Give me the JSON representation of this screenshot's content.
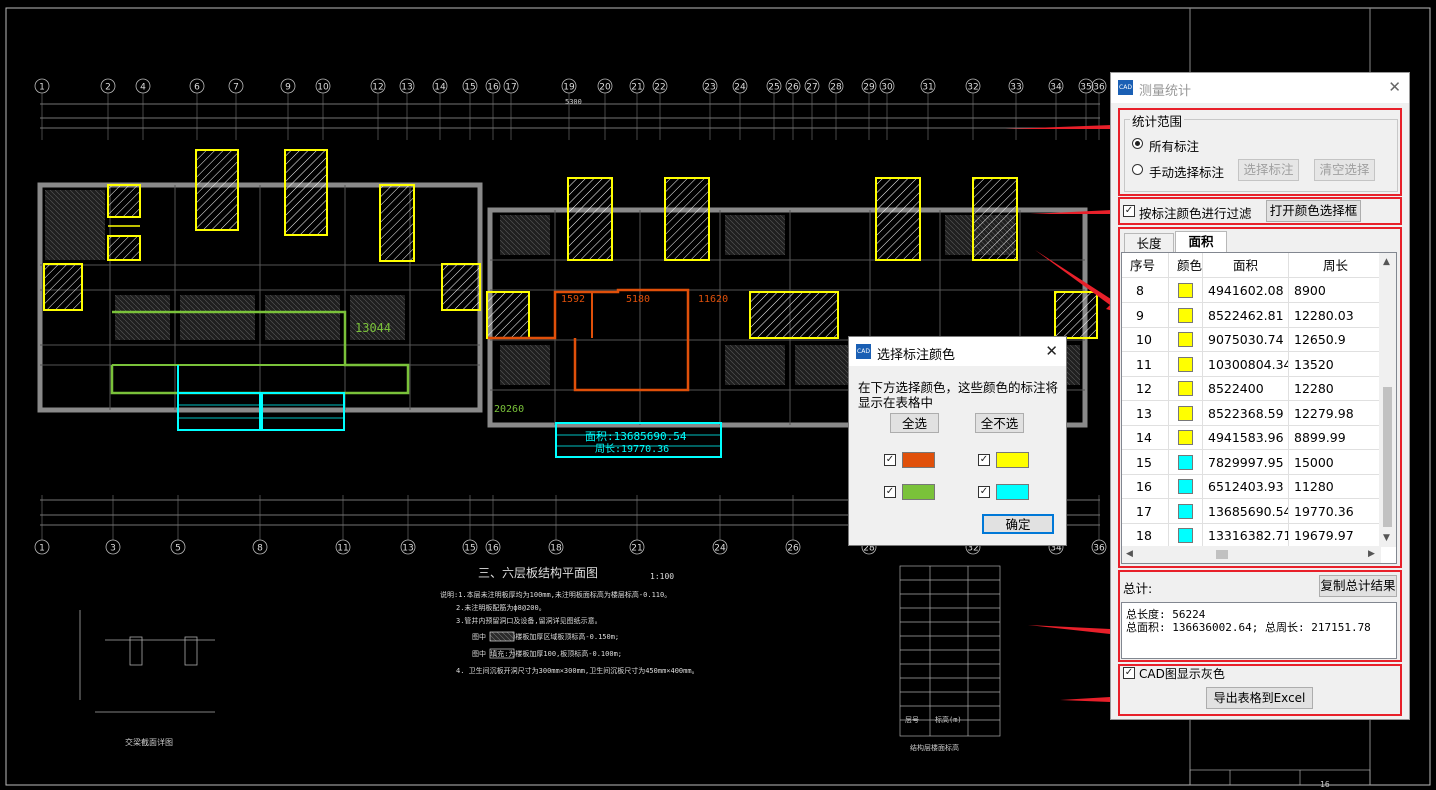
{
  "panel": {
    "title": "测量统计",
    "scope_group": "统计范围",
    "opt_all": "所有标注",
    "opt_manual": "手动选择标注",
    "btn_select": "选择标注",
    "btn_clear": "清空选择",
    "filter_label": "按标注颜色进行过滤",
    "btn_color": "打开颜色选择框",
    "tabs": [
      "长度",
      "面积"
    ],
    "active_tab": "面积",
    "columns": [
      "序号",
      "颜色",
      "面积",
      "周长"
    ],
    "rows": [
      {
        "no": "8",
        "color": "#ffff00",
        "area": "4941602.08",
        "perim": "8900"
      },
      {
        "no": "9",
        "color": "#ffff00",
        "area": "8522462.81",
        "perim": "12280.03"
      },
      {
        "no": "10",
        "color": "#ffff00",
        "area": "9075030.74",
        "perim": "12650.9"
      },
      {
        "no": "11",
        "color": "#ffff00",
        "area": "10300804.34",
        "perim": "13520"
      },
      {
        "no": "12",
        "color": "#ffff00",
        "area": "8522400",
        "perim": "12280"
      },
      {
        "no": "13",
        "color": "#ffff00",
        "area": "8522368.59",
        "perim": "12279.98"
      },
      {
        "no": "14",
        "color": "#ffff00",
        "area": "4941583.96",
        "perim": "8899.99"
      },
      {
        "no": "15",
        "color": "#00ffff",
        "area": "7829997.95",
        "perim": "15000"
      },
      {
        "no": "16",
        "color": "#00ffff",
        "area": "6512403.93",
        "perim": "11280"
      },
      {
        "no": "17",
        "color": "#00ffff",
        "area": "13685690.54",
        "perim": "19770.36"
      },
      {
        "no": "18",
        "color": "#00ffff",
        "area": "13316382.71",
        "perim": "19679.97"
      }
    ],
    "total_label": "总计:",
    "btn_copy": "复制总计结果",
    "result_line1": "总长度: 56224",
    "result_line2": "总面积: 136636002.64; 总周长: 217151.78",
    "gray_label": "CAD图显示灰色",
    "btn_export": "导出表格到Excel"
  },
  "dialog": {
    "title": "选择标注颜色",
    "desc_line1": "在下方选择颜色，这些颜色的标注将",
    "desc_line2": "显示在表格中",
    "btn_all": "全选",
    "btn_none": "全不选",
    "colors": [
      "#e0500a",
      "#ffff00",
      "#7ac23a",
      "#00ffff"
    ],
    "btn_ok": "确定"
  },
  "cad": {
    "axes_top": [
      "1",
      "2",
      "4",
      "6",
      "7",
      "9",
      "10",
      "12",
      "13",
      "14",
      "15",
      "16",
      "17",
      "19",
      "20",
      "21",
      "22",
      "23",
      "24",
      "25",
      "26",
      "27",
      "28",
      "29",
      "30",
      "31",
      "32",
      "33",
      "34",
      "35",
      "36"
    ],
    "axes_bottom": [
      "1",
      "3",
      "5",
      "8",
      "11",
      "13",
      "15",
      "16",
      "18",
      "21",
      "24",
      "26",
      "28",
      "32",
      "34",
      "36"
    ],
    "dims": [
      "5300",
      "13044",
      "20260",
      "1592",
      "5180",
      "11620"
    ],
    "room_labels": [
      "面积:13685690.54",
      "周长:19770.36"
    ],
    "plan_title": "三、六层板结构平面图",
    "scale": "1:100",
    "notes": [
      "说明:1.本层未注明板厚均为100mm,未注明板面标高为楼层标高-0.110。",
      "2.未注明板配筋为ф8@200。",
      "3.管井内预留洞口及设备,留洞详见图纸示意。",
      "图中      斜线:为楼板加厚区域板顶标高-0.150m;",
      "图中      填充:为楼板加厚100,板顶标高-0.100m;",
      "4. 卫生间沉板开洞尺寸为300mm×300mm,卫生间沉板尺寸为450mm×400mm。"
    ],
    "detail_label": "交梁截面详图",
    "legend_title": "结构层楼面标高",
    "legend_footer": "层号",
    "legend_footer2": "标高(m)",
    "sheet_no": "16"
  }
}
